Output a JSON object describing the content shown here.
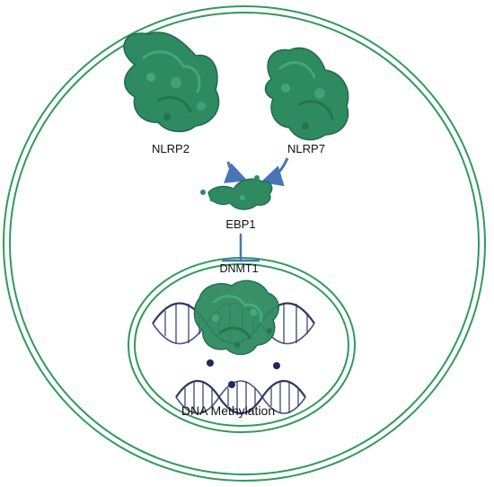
{
  "labels": {
    "nlrp2": "NLRP2",
    "nlrp7": "NLRP7",
    "ebp1": "EBP1",
    "dnmt1": "DNMT1",
    "dna_methylation": "DNA Methylation"
  },
  "colors": {
    "membrane": "#2e9a5e",
    "protein": "#2e8a60",
    "protein_light": "#4fb383",
    "protein_dark": "#1d6b47",
    "arrow": "#4a74b8",
    "dna": "#2b3a66",
    "methyl_dot": "#1f2a5c",
    "text": "#111111"
  }
}
